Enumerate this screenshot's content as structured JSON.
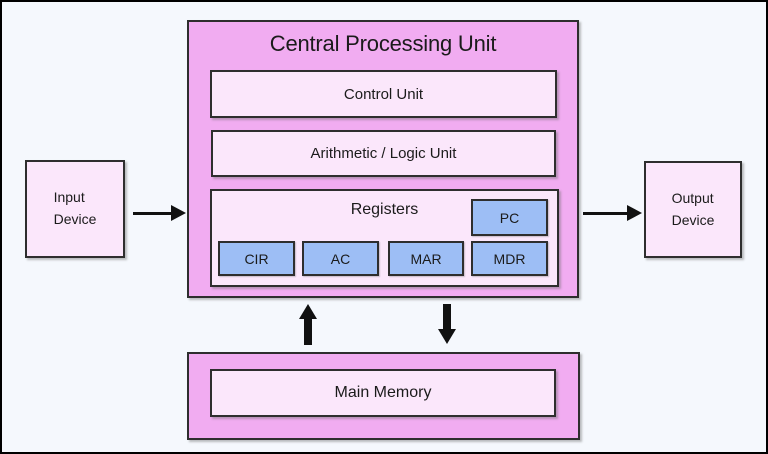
{
  "title": "Central Processing Unit",
  "cpu": {
    "control_unit_label": "Control Unit",
    "alu_label": "Arithmetic / Logic Unit",
    "registers_label": "Registers",
    "registers": {
      "pc": "PC",
      "cir": "CIR",
      "ac": "AC",
      "mar": "MAR",
      "mdr": "MDR"
    }
  },
  "input_device": {
    "line1": "Input",
    "line2": "Device"
  },
  "output_device": {
    "line1": "Output",
    "line2": "Device"
  },
  "main_memory_label": "Main Memory",
  "colors": {
    "background": "#f5f8fd",
    "cpu_fill": "#f1acf1",
    "inner_box_fill": "#fbe7fb",
    "register_fill": "#9dbef5",
    "border": "#2e2e2e",
    "arrow": "#111111",
    "frame": "#000000",
    "text": "#1b1b1b"
  }
}
